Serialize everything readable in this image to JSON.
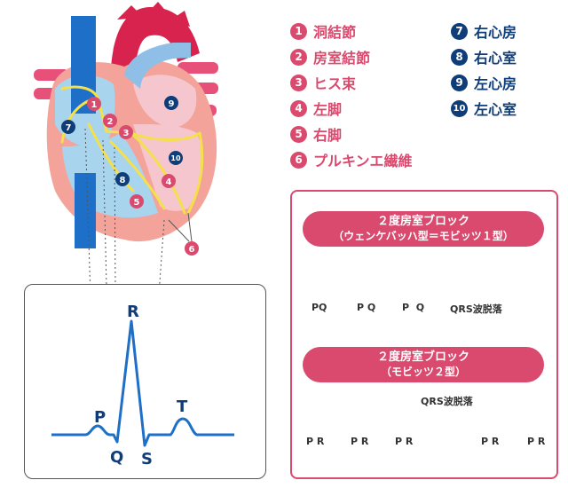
{
  "legend_left": [
    {
      "num": "1",
      "label": "洞結節"
    },
    {
      "num": "2",
      "label": "房室結節"
    },
    {
      "num": "3",
      "label": "ヒス束"
    },
    {
      "num": "4",
      "label": "左脚"
    },
    {
      "num": "5",
      "label": "右脚"
    },
    {
      "num": "6",
      "label": "プルキンエ繊維"
    }
  ],
  "legend_right": [
    {
      "num": "7",
      "label": "右心房"
    },
    {
      "num": "8",
      "label": "右心室"
    },
    {
      "num": "9",
      "label": "左心房"
    },
    {
      "num": "10",
      "label": "左心室"
    }
  ],
  "heart_markers": {
    "m1": "1",
    "m2": "2",
    "m3": "3",
    "m4": "4",
    "m5": "5",
    "m6": "6",
    "m7": "7",
    "m8": "8",
    "m9": "9",
    "m10": "10"
  },
  "ecg_labels": {
    "p": "P",
    "q": "Q",
    "r": "R",
    "s": "S",
    "t": "T"
  },
  "block1": {
    "title_line1": "２度房室ブロック",
    "title_line2": "（ウェンケバッハ型＝モビッツ１型）",
    "pq1": "PQ",
    "pq2": "P Q",
    "pq3": "P  Q",
    "dropped": "QRS波脱落"
  },
  "block2": {
    "title_line1": "２度房室ブロック",
    "title_line2": "（モビッツ２型）",
    "dropped": "QRS波脱落",
    "pr1": "P R",
    "pr2": "P R",
    "pr3": "P R",
    "pr4": "P R",
    "pr5": "P R"
  },
  "colors": {
    "accent": "#d94a6e",
    "navy": "#0e3d7a",
    "vein": "#1e6fc8",
    "aorta": "#d8234f"
  }
}
